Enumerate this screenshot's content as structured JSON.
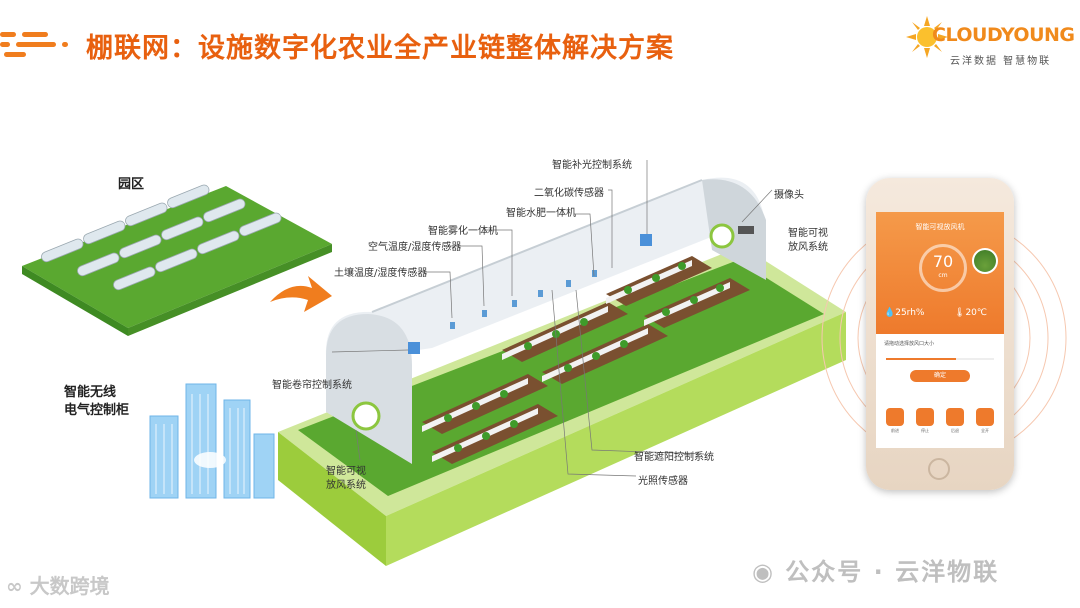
{
  "header": {
    "title": "棚联网：设施数字化农业全产业链整体解决方案",
    "logo_text": "CLOUDYOUNG",
    "logo_sub": "云洋数据 智慧物联"
  },
  "park": {
    "label": "园区"
  },
  "cabinet": {
    "line1": "智能无线",
    "line2": "电气控制柜"
  },
  "labels": {
    "fill_light": "智能补光控制系统",
    "co2": "二氧化碳传感器",
    "water_fert": "智能水肥一体机",
    "fog": "智能雾化一体机",
    "air": "空气温度/湿度传感器",
    "soil": "土壤温度/湿度传感器",
    "camera": "摄像头",
    "vent_right_1": "智能可视",
    "vent_right_2": "放风系统",
    "roll": "智能卷帘控制系统",
    "vent_left_1": "智能可视",
    "vent_left_2": "放风系统",
    "shade": "智能遮阳控制系统",
    "light_sensor": "光照传感器"
  },
  "phone": {
    "screen_title": "智能可视放风机",
    "gauge_value": "70",
    "gauge_unit": "cm",
    "humidity": "25rh%",
    "temperature": "20℃",
    "prompt": "请拖动选择放风口大小",
    "slider_fraction": 0.65,
    "confirm": "确定",
    "controls": [
      "前进",
      "停止",
      "后退",
      "全开"
    ]
  },
  "watermark": {
    "right": "公众号 · 云洋物联",
    "left": "大数跨境"
  },
  "colors": {
    "accent": "#e8600f",
    "green": "#5aa830",
    "orange": "#ee7a2c"
  }
}
